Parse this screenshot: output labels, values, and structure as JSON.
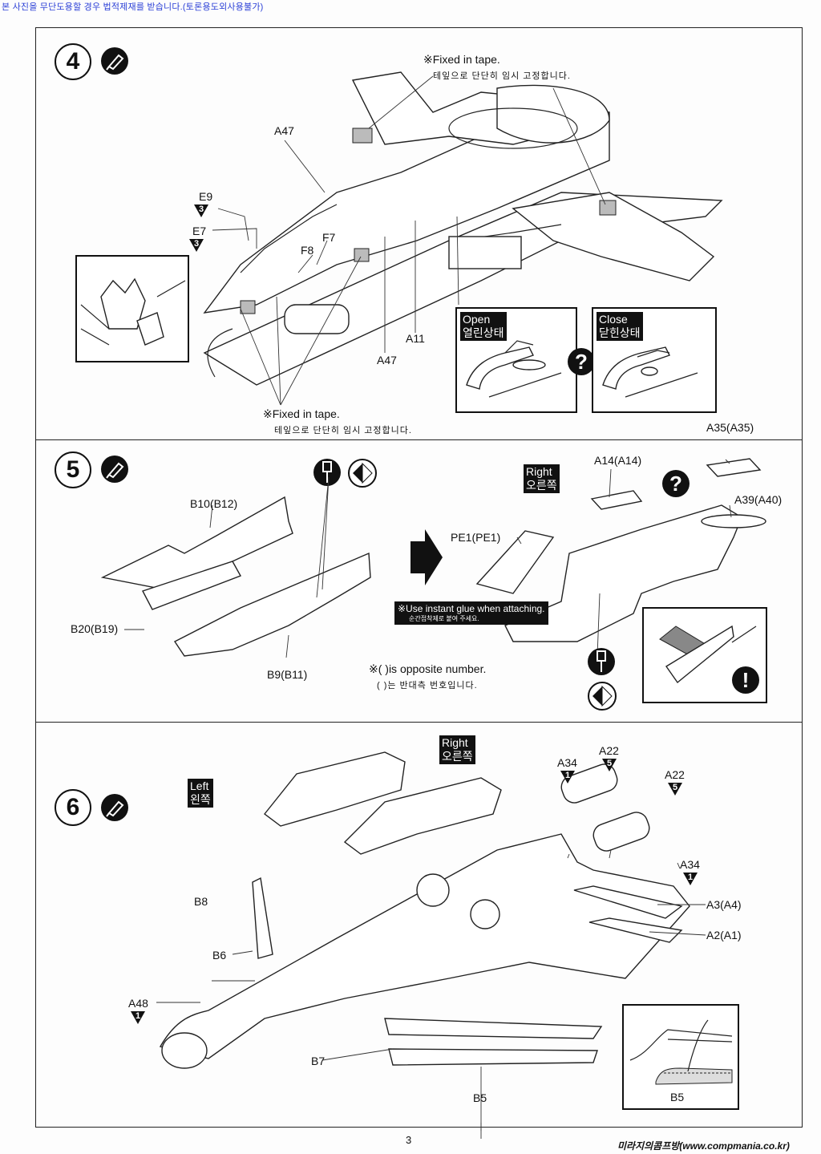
{
  "watermark": "본 사진을 무단도용할 경우 법적제재를 받습니다.(토론용도외사용불가)",
  "page_number": "3",
  "footer_site": "미라지의콤프방(www.compmania.co.kr)",
  "icons": {
    "glue": "glue-tube-icon",
    "question": "question-mark-icon",
    "cut": "knife-cut-icon",
    "sand": "diamond-file-icon",
    "caution": "exclamation-icon"
  },
  "steps": [
    {
      "number": "4",
      "notes": {
        "top_en": "※Fixed in tape.",
        "top_ko": "테잎으로 단단히 임시 고정합니다.",
        "bottom_en": "※Fixed in tape.",
        "bottom_ko": "테잎으로 단단히 임시 고정합니다."
      },
      "parts": [
        {
          "label": "A47"
        },
        {
          "label": "E9",
          "qty": "3"
        },
        {
          "label": "E7",
          "qty": "3"
        },
        {
          "label": "F7"
        },
        {
          "label": "F8"
        },
        {
          "label": "A11"
        },
        {
          "label": "A47"
        }
      ],
      "options": [
        {
          "en": "Open",
          "ko": "열린상태"
        },
        {
          "en": "Close",
          "ko": "닫힌상태"
        }
      ],
      "question_mark": "?"
    },
    {
      "number": "5",
      "parts": [
        {
          "label": "B10(B12)"
        },
        {
          "label": "B20(B19)"
        },
        {
          "label": "B9(B11)"
        },
        {
          "label": "PE1(PE1)"
        },
        {
          "label": "A14(A14)"
        },
        {
          "label": "A35(A35)"
        },
        {
          "label": "A39(A40)"
        }
      ],
      "side_tag": {
        "en": "Right",
        "ko": "오른쪽"
      },
      "glue_note": {
        "en": "※Use instant glue when attaching.",
        "ko": "순간접착제로 붙여 주세요."
      },
      "opposite_note": {
        "en": "※( )is opposite number.",
        "ko": "( )는 반대측 번호입니다."
      },
      "question_mark": "?",
      "caution_mark": "!"
    },
    {
      "number": "6",
      "side_tags": [
        {
          "en": "Left",
          "ko": "왼쪽"
        },
        {
          "en": "Right",
          "ko": "오른쪽"
        }
      ],
      "parts": [
        {
          "label": "A34",
          "qty": "1"
        },
        {
          "label": "A22",
          "qty": "5"
        },
        {
          "label": "A22",
          "qty": "5"
        },
        {
          "label": "A34",
          "qty": "1"
        },
        {
          "label": "A3(A4)"
        },
        {
          "label": "A2(A1)"
        },
        {
          "label": "B8"
        },
        {
          "label": "B6"
        },
        {
          "label": "A48",
          "qty": "1"
        },
        {
          "label": "B7"
        },
        {
          "label": "B5"
        },
        {
          "label": "B5"
        }
      ]
    }
  ]
}
